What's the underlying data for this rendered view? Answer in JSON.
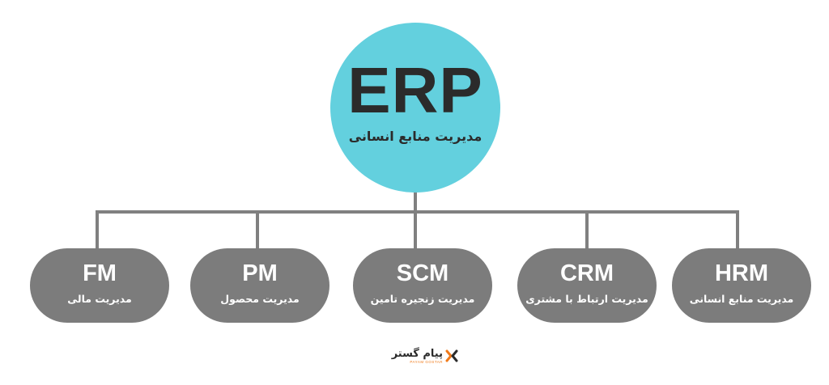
{
  "colors": {
    "root_fill": "#63d0de",
    "node_fill": "#7c7c7c",
    "connector": "#808080",
    "text_dark": "#2b2b2b",
    "text_light": "#ffffff",
    "brand_orange": "#f07a1a"
  },
  "root": {
    "title": "ERP",
    "subtitle": "مدیریت منابع انسانی"
  },
  "nodes": [
    {
      "title": "FM",
      "subtitle": "مدیریت مالی"
    },
    {
      "title": "PM",
      "subtitle": "مدیریت محصول"
    },
    {
      "title": "SCM",
      "subtitle": "مدیریت زنجیره تامین"
    },
    {
      "title": "CRM",
      "subtitle": "مدیریت ارتباط با مشتری"
    },
    {
      "title": "HRM",
      "subtitle": "مدیریت منابع انسانی"
    }
  ],
  "logo": {
    "name": "پیام گستر",
    "latin": "PAYAM GOSTAR",
    "icon": "payamgostar-logo-icon"
  }
}
